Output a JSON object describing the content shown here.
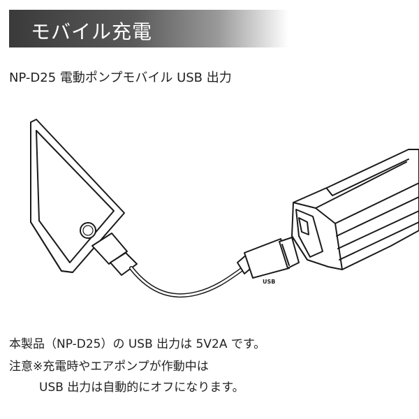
{
  "header": {
    "title": "モバイル充電"
  },
  "subtitle": "NP-D25 電動ポンプモバイル USB 出力",
  "illustration": {
    "usb_label": "USB"
  },
  "description": {
    "line1": "本製品（NP-D25）の USB 出力は 5V2A です。",
    "line2": "注意※充電時やエアポンプが作動中は",
    "line3": "USB 出力は自動的にオフになります。"
  }
}
